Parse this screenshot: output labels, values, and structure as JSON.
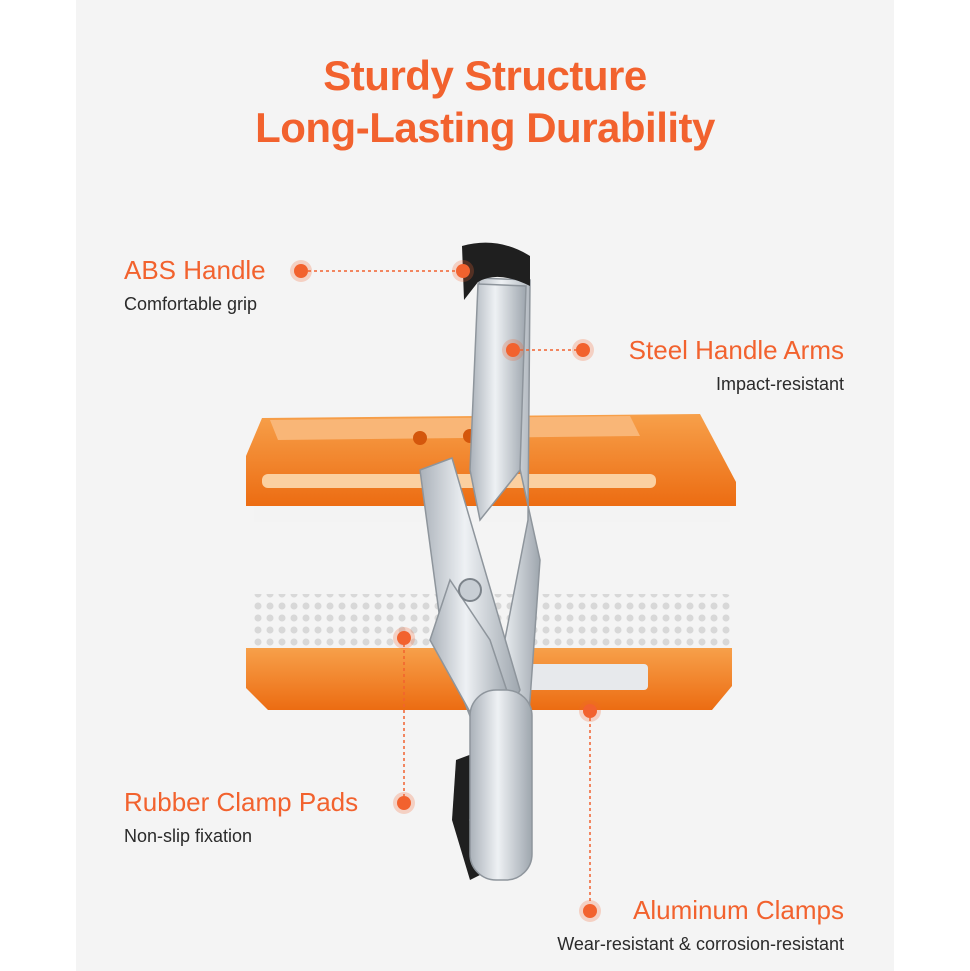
{
  "title": {
    "line1": "Sturdy Structure",
    "line2": "Long-Lasting Durability"
  },
  "features": [
    {
      "name": "ABS Handle",
      "desc": "Comfortable grip"
    },
    {
      "name": "Steel Handle Arms",
      "desc": "Impact-resistant"
    },
    {
      "name": "Rubber Clamp Pads",
      "desc": "Non-slip fixation"
    },
    {
      "name": "Aluminum Clamps",
      "desc": "Wear-resistant & corrosion-resistant"
    }
  ],
  "colors": {
    "accent": "#f2622e",
    "aluminum": "#f07f20",
    "steel": "#d9dde2",
    "rubber": "#1f1f1f",
    "background": "#f4f4f4"
  }
}
